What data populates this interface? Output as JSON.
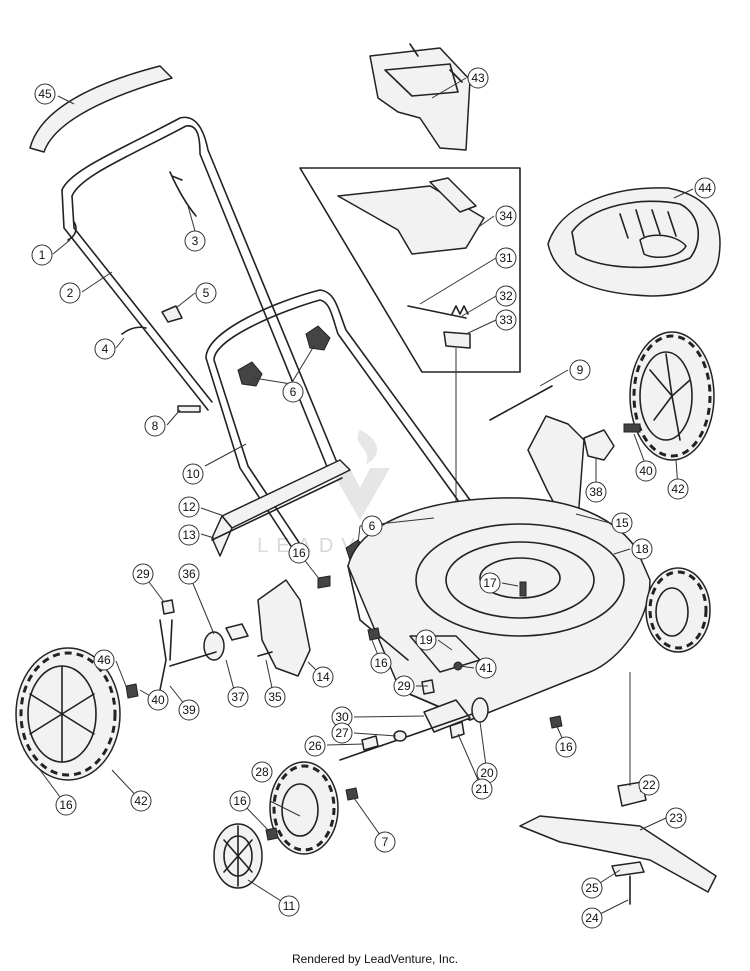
{
  "diagram": {
    "watermark_text": "LEADVENTURE",
    "footer_text": "Rendered by LeadVenture, Inc.",
    "callout_labels": [
      "45",
      "43",
      "44",
      "34",
      "31",
      "32",
      "33",
      "1",
      "3",
      "2",
      "5",
      "4",
      "6",
      "8",
      "9",
      "10",
      "12",
      "13",
      "6",
      "16",
      "29",
      "36",
      "17",
      "18",
      "15",
      "38",
      "40",
      "42",
      "19",
      "41",
      "16",
      "46",
      "40",
      "39",
      "37",
      "35",
      "14",
      "29",
      "30",
      "27",
      "26",
      "16",
      "20",
      "21",
      "16",
      "28",
      "7",
      "22",
      "23",
      "42",
      "11",
      "25",
      "24"
    ]
  }
}
